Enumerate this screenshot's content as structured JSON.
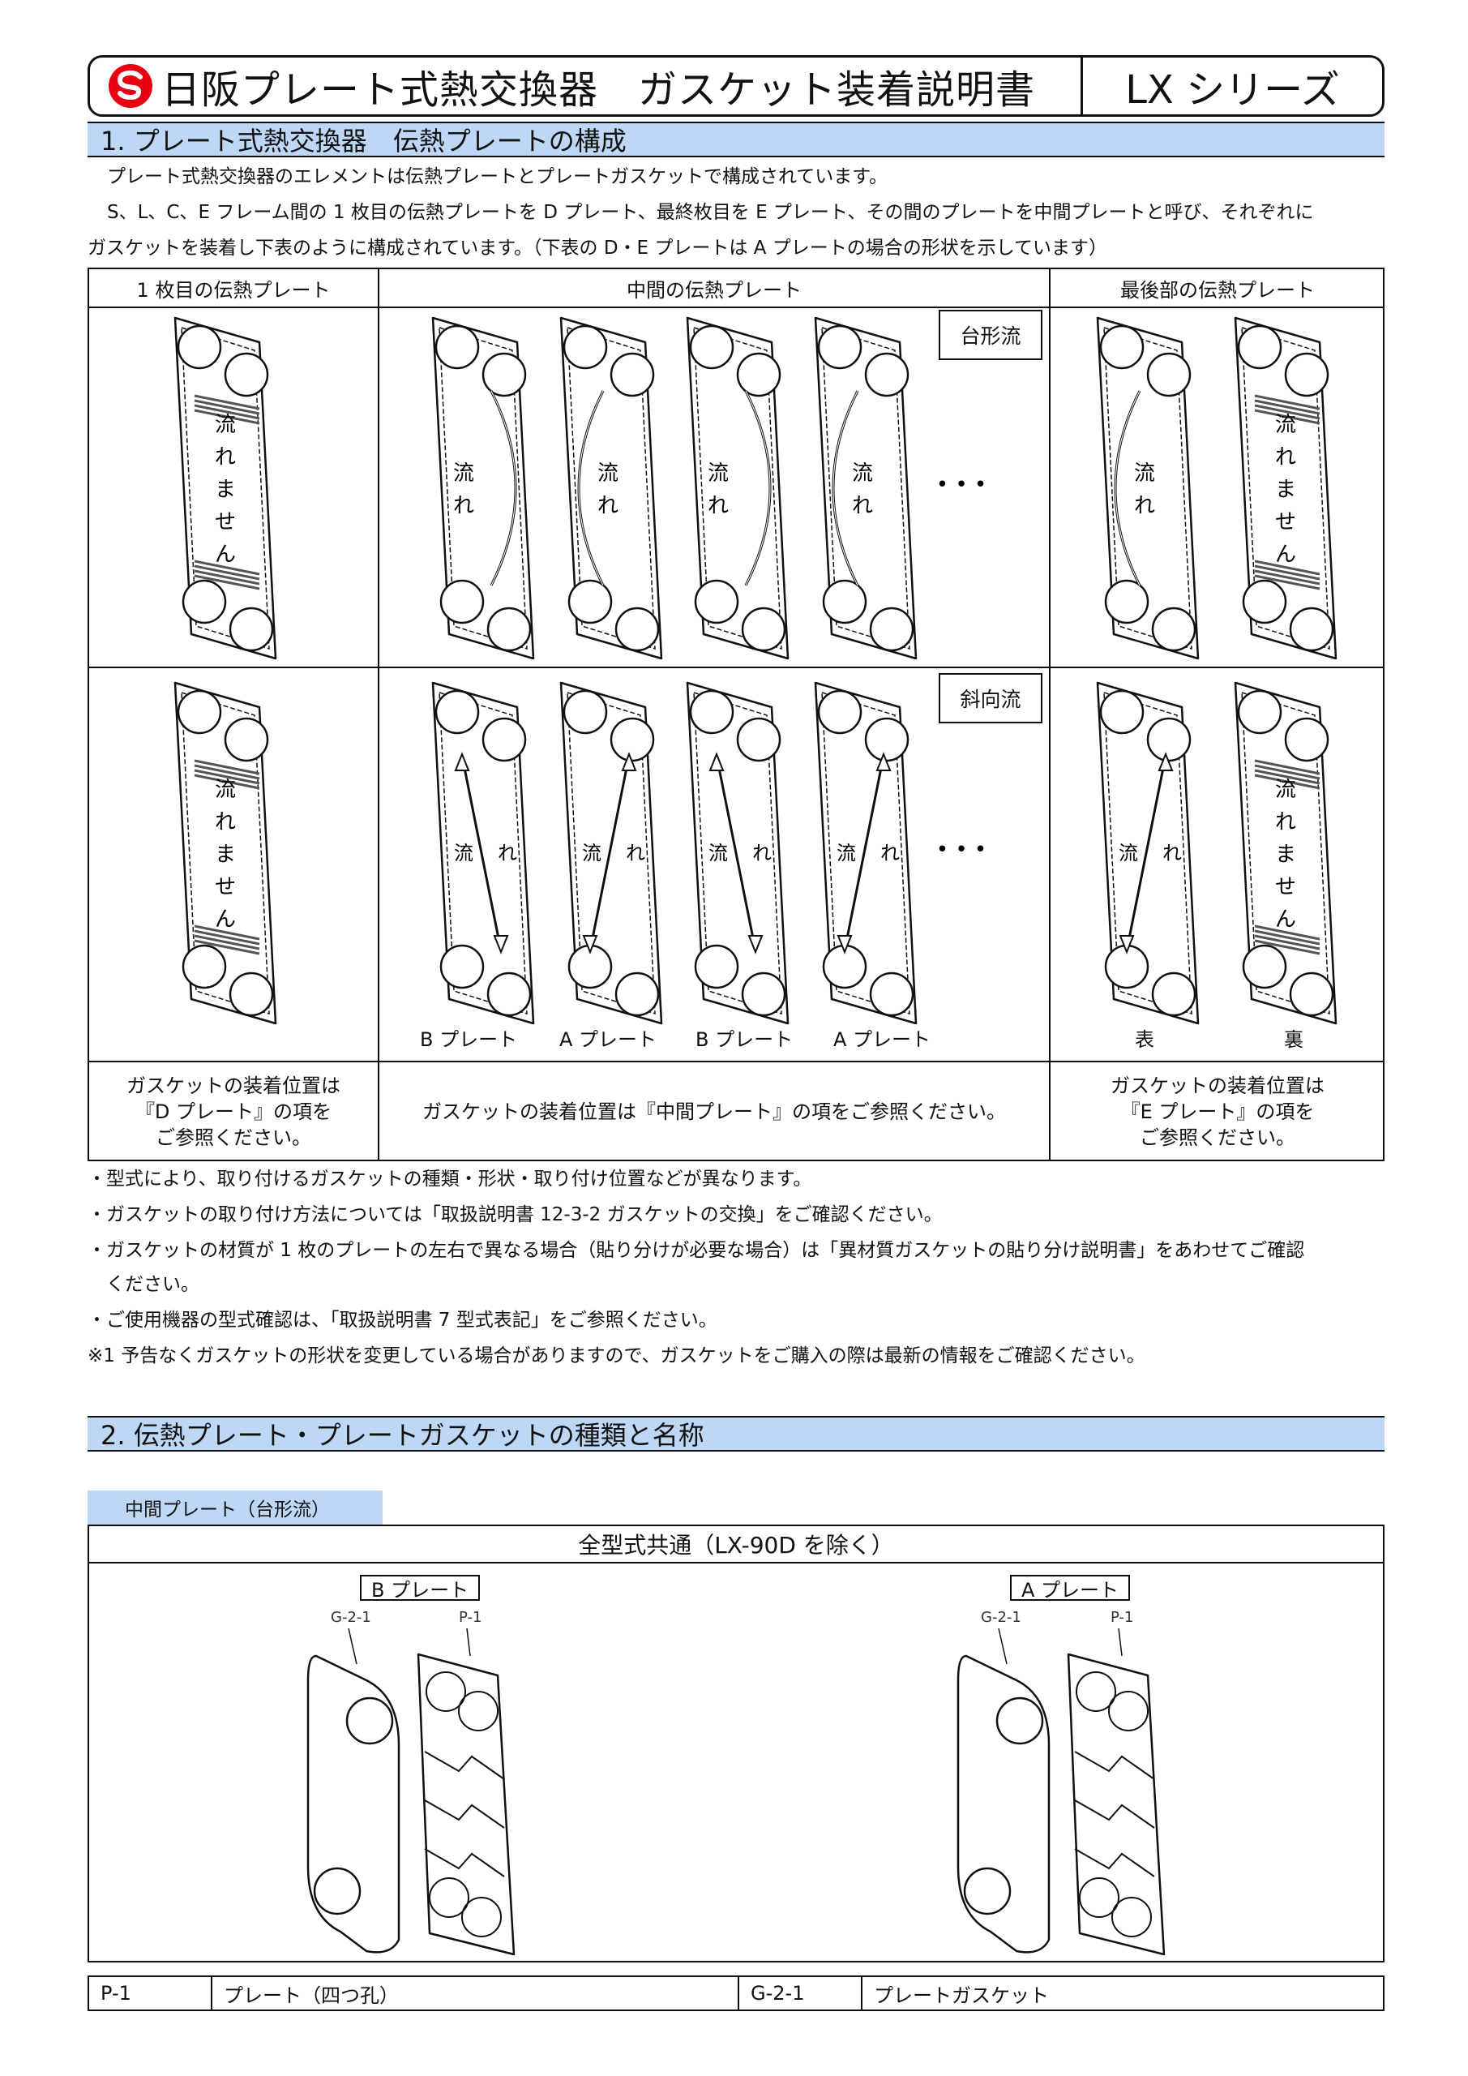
{
  "header": {
    "logo": "hisaka-logo",
    "title": "日阪プレート式熱交換器　ガスケット装着説明書",
    "series": "LX シリーズ"
  },
  "section1": {
    "heading": "1. プレート式熱交換器　伝熱プレートの構成",
    "para1": "プレート式熱交換器のエレメントは伝熱プレートとプレートガスケットで構成されています。",
    "para2a": "S、L、C、E フレーム間の 1 枚目の伝熱プレートを D プレート、最終枚目を E プレート、その間のプレートを中間プレートと呼び、それぞれに",
    "para2b": "ガスケットを装着し下表のように構成されています。（下表の D・E プレートは A プレートの場合の形状を示しています）",
    "table": {
      "col_first": "1 枚目の伝熱プレート",
      "col_middle": "中間の伝熱プレート",
      "col_last": "最後部の伝熱プレート",
      "tag_trapezoid": "台形流",
      "tag_diagonal": "斜向流",
      "no_flow": "流れません",
      "flow": "流れ",
      "ellipsis": "• • •",
      "plate_labels": [
        "B プレート",
        "A プレート",
        "B プレート",
        "A プレート"
      ],
      "front": "表",
      "back": "裏",
      "note_first": [
        "ガスケットの装着位置は",
        "『D プレート』の項を",
        "ご参照ください。"
      ],
      "note_middle": "ガスケットの装着位置は『中間プレート』の項をご参照ください。",
      "note_last": [
        "ガスケットの装着位置は",
        "『E プレート』の項を",
        "ご参照ください。"
      ]
    },
    "bullets": [
      "・型式により、取り付けるガスケットの種類・形状・取り付け位置などが異なります。",
      "・ガスケットの取り付け方法については「取扱説明書 12-3-2 ガスケットの交換」をご確認ください。",
      "・ガスケットの材質が 1 枚のプレートの左右で異なる場合（貼り分けが必要な場合）は「異材質ガスケットの貼り分け説明書」をあわせてご確認",
      "　ください。",
      "・ご使用機器の型式確認は、「取扱説明書 7 型式表記」をご参照ください。",
      "※1  予告なくガスケットの形状を変更している場合がありますので、ガスケットをご購入の際は最新の情報をご確認ください。"
    ]
  },
  "section2": {
    "heading": "2. 伝熱プレート・プレートガスケットの種類と名称",
    "subtab": "中間プレート（台形流）",
    "table_title": "全型式共通（LX-90D を除く）",
    "b_plate": "B プレート",
    "a_plate": "A プレート",
    "gasket_code": "G-2-1",
    "plate_code": "P-1",
    "legend": {
      "code1": "P-1",
      "name1": "プレート（四つ孔）",
      "code2": "G-2-1",
      "name2": "プレートガスケット"
    }
  },
  "colors": {
    "heading_bg": "#bdd7f4",
    "logo_red": "#e60012",
    "line": "#111111"
  }
}
